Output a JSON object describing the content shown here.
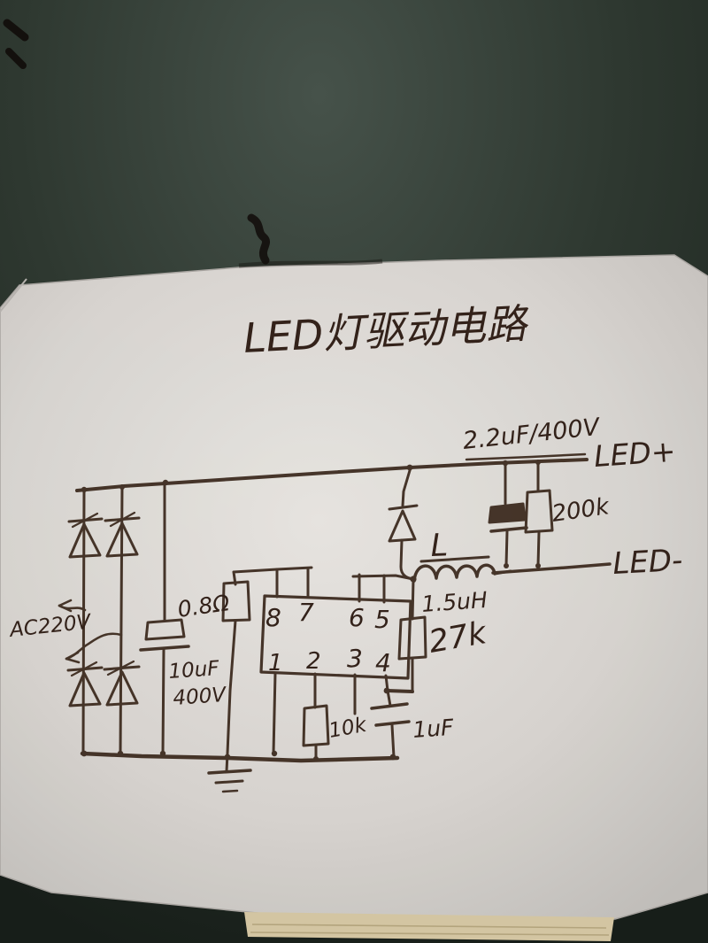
{
  "colors": {
    "desk": "#2e3830",
    "paper": "#dcd8d3",
    "ink": "#3a281c",
    "bottom_sheets": "#d3c5a2"
  },
  "title": "LED灯驱动电路",
  "labels": {
    "output_capacitor": "2.2uF/400V",
    "led_positive": "LED+",
    "led_negative": "LED-",
    "resistor_200k": "200k",
    "inductor_designator": "L",
    "inductor_value": "1.5uH",
    "resistor_27k": "27k",
    "ac_input": "AC220V",
    "bulk_capacitor_value": "10uF",
    "bulk_capacitor_voltage": "400V",
    "resistor_0_8ohm": "0.8Ω",
    "resistor_10k": "10k",
    "capacitor_1uf": "1uF"
  },
  "ic": {
    "pins_top": [
      "8",
      "7",
      "6",
      "5"
    ],
    "pins_bottom": [
      "1",
      "2",
      "3",
      "4"
    ]
  }
}
